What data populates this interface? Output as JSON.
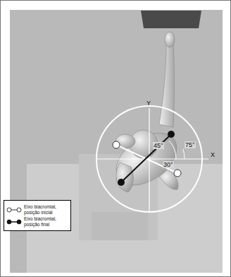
{
  "diagram": {
    "labels": [
      "Y",
      "X",
      "45°",
      "75°",
      "30°"
    ],
    "legend": [
      {
        "text": "Eixo biacromial, posição inicial"
      },
      {
        "text": "Eixo biacromial, posição final"
      }
    ]
  }
}
